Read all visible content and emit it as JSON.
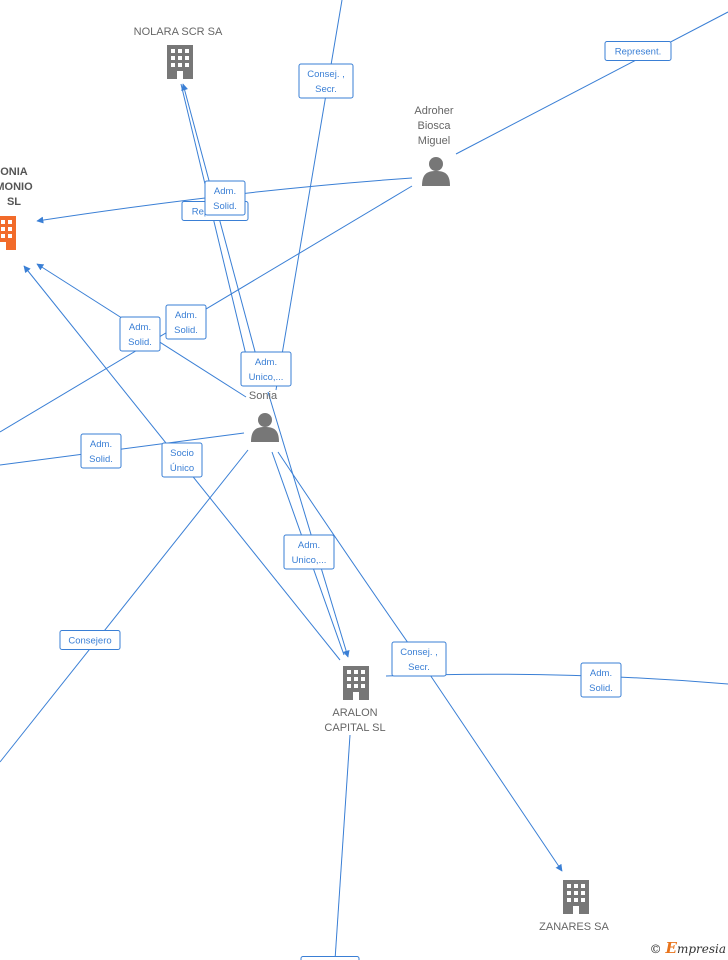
{
  "colors": {
    "edge": "#3a7fd5",
    "building": "#777777",
    "highlight": "#f26b2a",
    "person": "#777777"
  },
  "nodes": [
    {
      "id": "nolara",
      "type": "company",
      "lines": [
        "NOLARA SCR SA"
      ]
    },
    {
      "id": "patrimonio",
      "type": "company",
      "highlight": true,
      "lines": [
        "ONIA",
        "MONIO",
        "SL"
      ]
    },
    {
      "id": "adroher",
      "type": "person",
      "lines": [
        "Adroher",
        "Biosca",
        "Miguel"
      ]
    },
    {
      "id": "sonia",
      "type": "person",
      "lines": [
        "Sonia"
      ]
    },
    {
      "id": "aralon",
      "type": "company",
      "lines": [
        "ARALON",
        "CAPITAL  SL"
      ]
    },
    {
      "id": "zanares",
      "type": "company",
      "lines": [
        "ZANARES SA"
      ]
    }
  ],
  "edge_labels": [
    {
      "id": "l1",
      "lines": [
        "Consej. ,",
        "Secr."
      ]
    },
    {
      "id": "l2",
      "lines": [
        "Represent."
      ]
    },
    {
      "id": "l3",
      "lines": [
        "Represent."
      ]
    },
    {
      "id": "l4",
      "lines": [
        "Adm.",
        "Solid."
      ]
    },
    {
      "id": "l5",
      "lines": [
        "Adm.",
        "Solid."
      ]
    },
    {
      "id": "l6",
      "lines": [
        "Adm.",
        "Solid."
      ]
    },
    {
      "id": "l7",
      "lines": [
        "Adm.",
        "Unico,..."
      ]
    },
    {
      "id": "l8",
      "lines": [
        "Adm.",
        "Solid."
      ]
    },
    {
      "id": "l9",
      "lines": [
        "Socio",
        "Único"
      ]
    },
    {
      "id": "l10",
      "lines": [
        "Adm.",
        "Unico,..."
      ]
    },
    {
      "id": "l11",
      "lines": [
        "Consejero"
      ]
    },
    {
      "id": "l12",
      "lines": [
        "Consej. ,",
        "Secr."
      ]
    },
    {
      "id": "l13",
      "lines": [
        "Adm.",
        "Solid."
      ]
    },
    {
      "id": "l14",
      "lines": [
        ""
      ]
    }
  ],
  "footer": {
    "copyright": "©",
    "brand_initial": "E",
    "brand_rest": "mpresia"
  }
}
